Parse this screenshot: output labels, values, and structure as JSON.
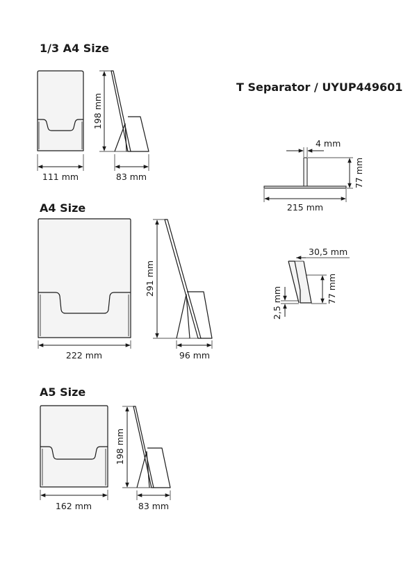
{
  "sections": {
    "third_a4": {
      "title": "1/3 A4 Size",
      "width": "111 mm",
      "height": "198 mm",
      "depth": "83 mm"
    },
    "a4": {
      "title": "A4 Size",
      "width": "222 mm",
      "height": "291 mm",
      "depth": "96 mm"
    },
    "a5": {
      "title": "A5 Size",
      "width": "162 mm",
      "height": "198 mm",
      "depth": "83 mm"
    }
  },
  "separator": {
    "title": "T Separator / UYUP449601",
    "thickness": "4 mm",
    "height": "77 mm",
    "length": "215 mm",
    "side_width": "30,5 mm",
    "side_height": "77 mm",
    "base_height": "2,5 mm"
  }
}
